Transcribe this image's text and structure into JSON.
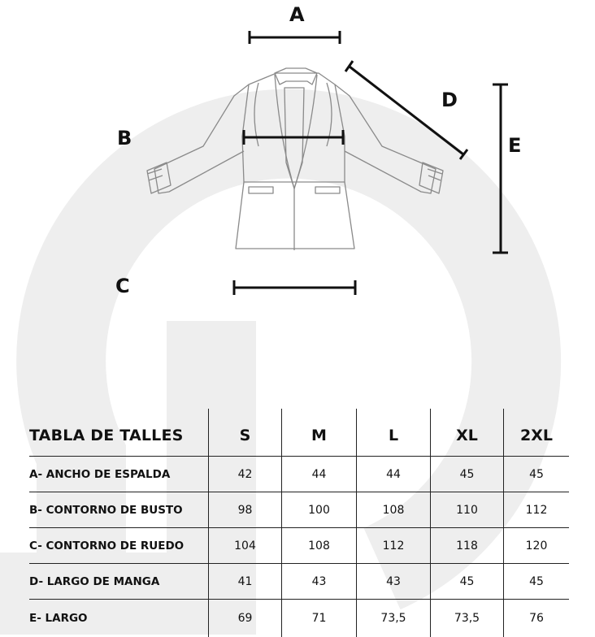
{
  "measures": {
    "a": "A",
    "b": "B",
    "c": "C",
    "d": "D",
    "e": "E"
  },
  "table": {
    "title": "TABLA DE TALLES",
    "sizes": [
      "S",
      "M",
      "L",
      "XL",
      "2XL"
    ],
    "rows": [
      {
        "label": "A- ANCHO DE ESPALDA",
        "values": [
          "42",
          "44",
          "44",
          "45",
          "45"
        ]
      },
      {
        "label": "B- CONTORNO DE BUSTO",
        "values": [
          "98",
          "100",
          "108",
          "110",
          "112"
        ]
      },
      {
        "label": "C- CONTORNO DE RUEDO",
        "values": [
          "104",
          "108",
          "112",
          "118",
          "120"
        ]
      },
      {
        "label": "D- LARGO DE MANGA",
        "values": [
          "41",
          "43",
          "43",
          "45",
          "45"
        ]
      },
      {
        "label": "E- LARGO",
        "values": [
          "69",
          "71",
          "73,5",
          "73,5",
          "76"
        ]
      }
    ]
  },
  "colors": {
    "watermark": "#eeeeee",
    "lines": "#111111",
    "garment_outline": "#8a8a8a"
  }
}
